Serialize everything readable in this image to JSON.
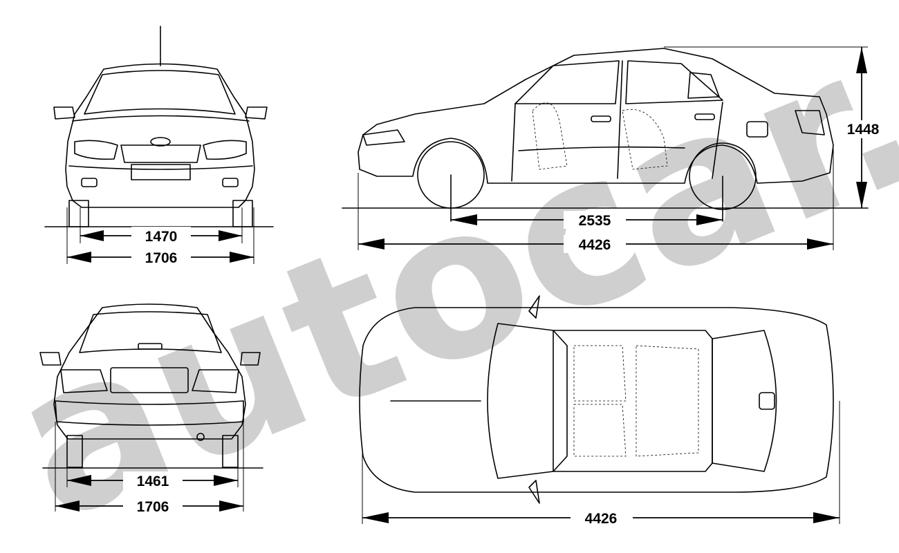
{
  "watermark": "autocar.ru",
  "dimensions": {
    "front_track": "1470",
    "front_width": "1706",
    "wheelbase": "2535",
    "side_length": "4426",
    "height": "1448",
    "rear_track": "1461",
    "rear_width": "1706",
    "top_length": "4426"
  },
  "colors": {
    "line": "#000000",
    "watermark": "#cfcfcf",
    "background": "#ffffff"
  }
}
